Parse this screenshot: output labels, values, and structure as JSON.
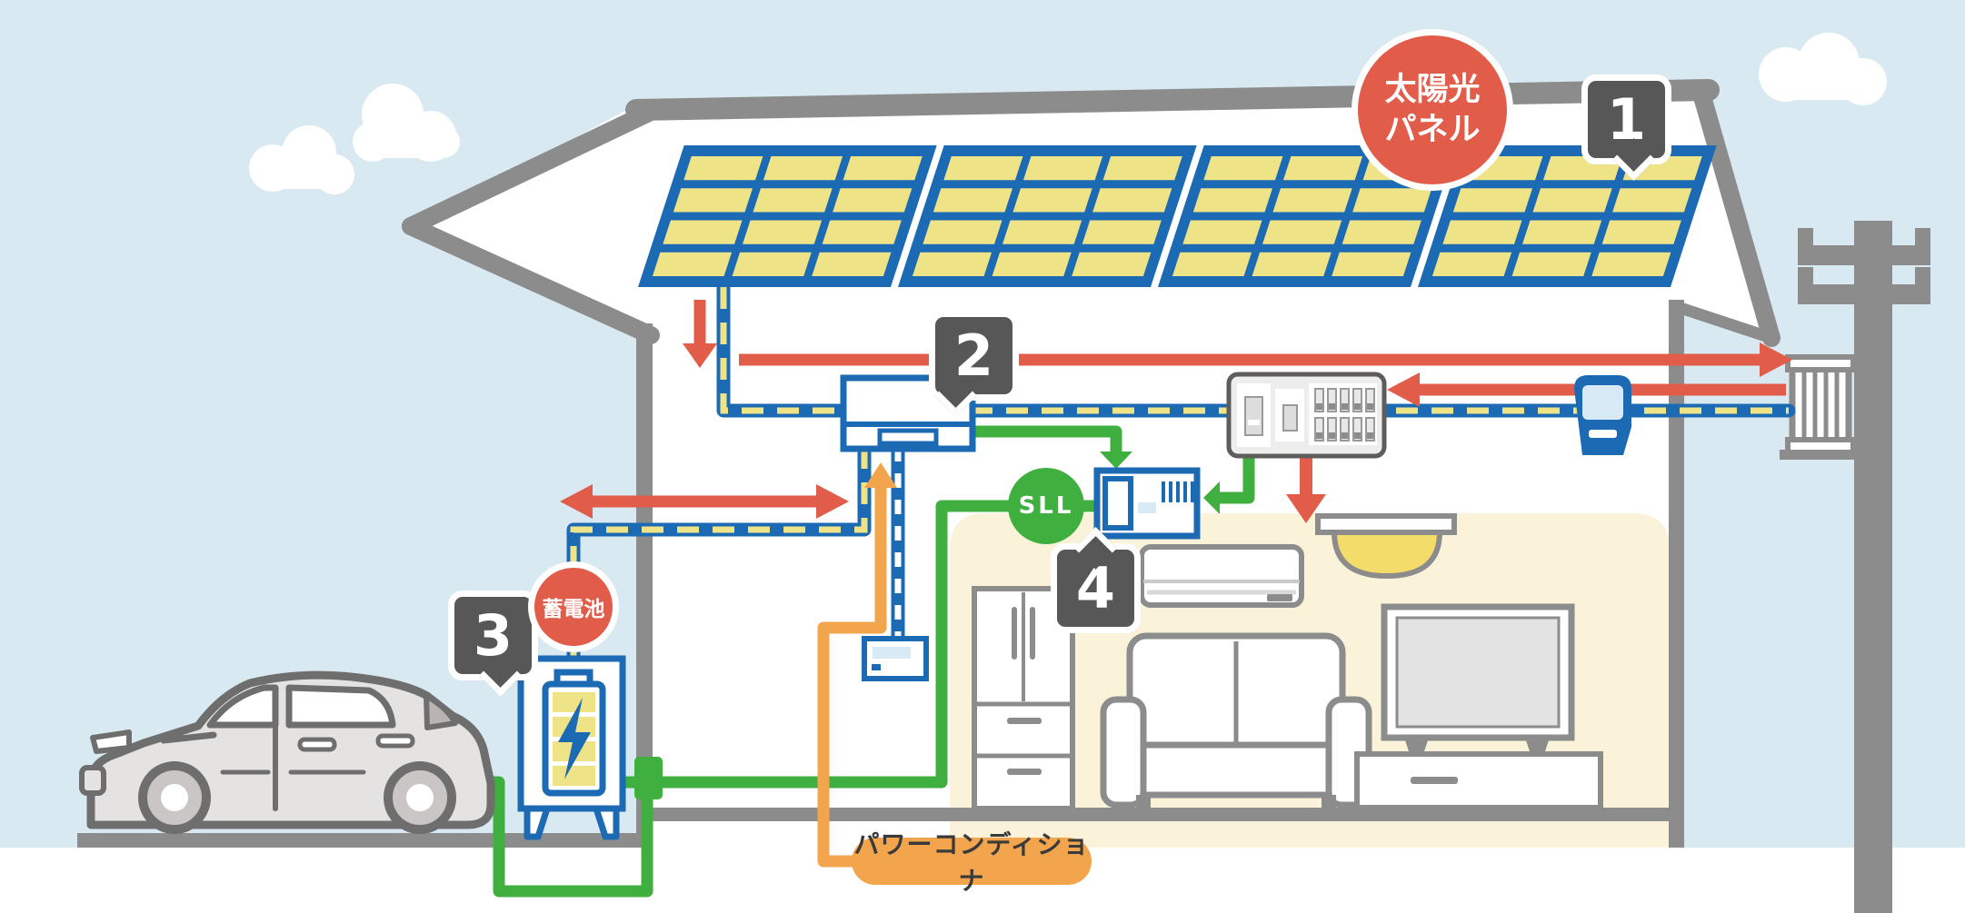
{
  "badges": {
    "one": "1",
    "two": "2",
    "three": "3",
    "four": "4"
  },
  "labels": {
    "solar_panel_line1": "太陽光",
    "solar_panel_line2": "パネル",
    "battery": "蓄電池",
    "sll": "SLL",
    "power_conditioner": "パワーコンディショナ"
  },
  "solar_array": {
    "group_count": 4,
    "columns": 3,
    "rows": 4
  },
  "colors": {
    "accent_blue": "#1b6ab3",
    "panel_yellow": "#efe387",
    "alert_red": "#e25c4a",
    "flow_green": "#3faf3f",
    "flow_orange": "#f2a54c",
    "badge_gray": "#575757",
    "sky_blue": "#d9e9f1",
    "room_cream": "#faf3da",
    "structure_gray": "#8c8c8c"
  }
}
